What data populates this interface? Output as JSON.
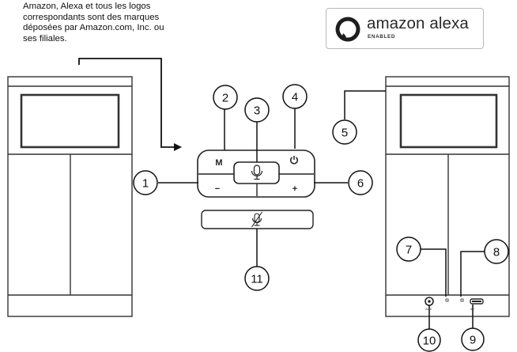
{
  "note": {
    "lines": [
      "Amazon, Alexa et tous les logos",
      "correspondants sont des marques",
      "déposées par Amazon.com, Inc. ou",
      "ses filiales."
    ]
  },
  "badge": {
    "brand": "amazon alexa",
    "sub": "ENABLED"
  },
  "buttons": {
    "mode": "M",
    "minus": "−",
    "plus": "+"
  },
  "icons": {
    "mic": "microphone-icon",
    "power": "power-icon",
    "mic_off": "microphone-muted-icon",
    "alexa": "alexa-ring-icon",
    "arrow": "arrow-right-icon"
  },
  "callouts": [
    "1",
    "2",
    "3",
    "4",
    "5",
    "6",
    "7",
    "8",
    "9",
    "10",
    "11"
  ]
}
